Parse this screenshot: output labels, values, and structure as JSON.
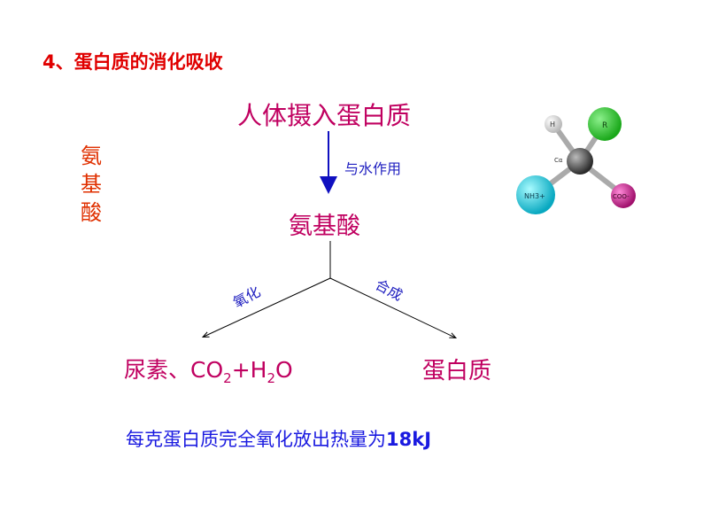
{
  "title": "4、蛋白质的消化吸收",
  "sidebar": [
    "氨",
    "基",
    "酸"
  ],
  "diagram": {
    "top_node": "人体摄入蛋白质",
    "arrow1_label": "与水作用",
    "mid_node": "氨基酸",
    "branch_left_label": "氧化",
    "branch_right_label": "合成",
    "left_product": {
      "prefix": "尿素、CO",
      "sub1": "2",
      "mid": "+H",
      "sub2": "2",
      "suffix": "O"
    },
    "right_product": "蛋白质"
  },
  "footer": {
    "text": "每克蛋白质完全氧化放出热量为",
    "value": "18kJ"
  },
  "molecule": {
    "atoms": [
      "H",
      "R",
      "Cα",
      "NH3+",
      "COO-"
    ],
    "colors": {
      "H": "#e8e8e8",
      "R": "#3cd43c",
      "C": "#555555",
      "N": "#20d0e0",
      "COO": "#d0309c"
    }
  }
}
